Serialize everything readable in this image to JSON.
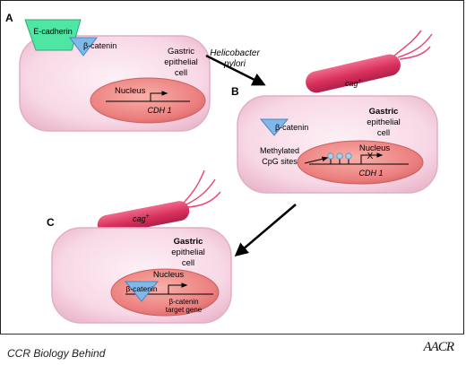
{
  "panels": {
    "a": {
      "letter": "A",
      "protein1": "E-cadherin",
      "protein2": "β-catenin",
      "cell_line1": "Gastric",
      "cell_line2": "epithelial",
      "cell_line3": "cell",
      "nucleus": "Nucleus",
      "gene": "CDH 1"
    },
    "b": {
      "letter": "B",
      "protein": "β-catenin",
      "cell_line1": "Gastric",
      "cell_line2": "epithelial",
      "cell_line3": "cell",
      "nucleus": "Nucleus",
      "gene": "CDH 1",
      "methyl_line1": "Methylated",
      "methyl_line2": "CpG sites",
      "block_mark": "X"
    },
    "c": {
      "letter": "C",
      "cell_line1": "Gastric",
      "cell_line2": "epithelial",
      "cell_line3": "cell",
      "nucleus": "Nucleus",
      "protein": "β-catenin",
      "target_line1": "β-catenin",
      "target_line2": "target gene"
    }
  },
  "bacteria": {
    "label_line1": "Helicobacter",
    "label_line2": "pylori",
    "strain_base": "cag",
    "strain_sup": "+"
  },
  "footer": {
    "caption": "CCR Biology Behind",
    "logo": "AACR"
  },
  "colors": {
    "cell_fill": "#f9dbe8",
    "cell_stroke": "#d9a0b8",
    "nucleus_fill": "#f08a8a",
    "nucleus_stroke": "#c85c5c",
    "beta_catenin": "#7fb7e8",
    "e_cadherin": "#4fe0a0",
    "bacterium": "#e0406a",
    "methyl": "#9ccbe8"
  }
}
